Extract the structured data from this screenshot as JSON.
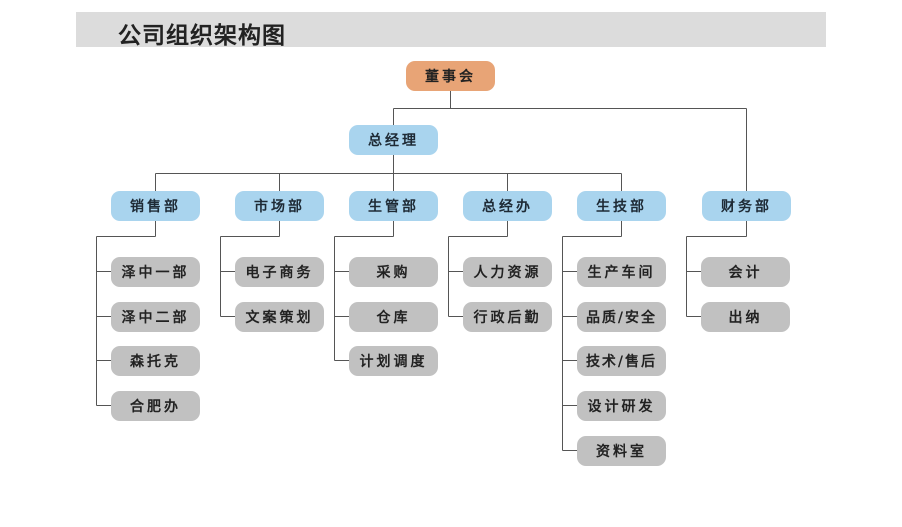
{
  "title": "公司组织架构图",
  "chart": {
    "board": "董事会",
    "gm": "总经理",
    "finance": {
      "name": "财务部",
      "subs": [
        "会计",
        "出纳"
      ]
    },
    "departments": [
      {
        "name": "销售部",
        "subs": [
          "泽中一部",
          "泽中二部",
          "森托克",
          "合肥办"
        ]
      },
      {
        "name": "市场部",
        "subs": [
          "电子商务",
          "文案策划"
        ]
      },
      {
        "name": "生管部",
        "subs": [
          "采购",
          "仓库",
          "计划调度"
        ]
      },
      {
        "name": "总经办",
        "subs": [
          "人力资源",
          "行政后勤"
        ]
      },
      {
        "name": "生技部",
        "subs": [
          "生产车间",
          "品质/安全",
          "技术/售后",
          "设计研发",
          "资料室"
        ]
      }
    ]
  },
  "colors": {
    "board": "#e8a476",
    "department": "#a9d4ee",
    "sub_unit": "#c1c1c1",
    "connector": "#555555",
    "title_bar": "#dcdcdc"
  }
}
